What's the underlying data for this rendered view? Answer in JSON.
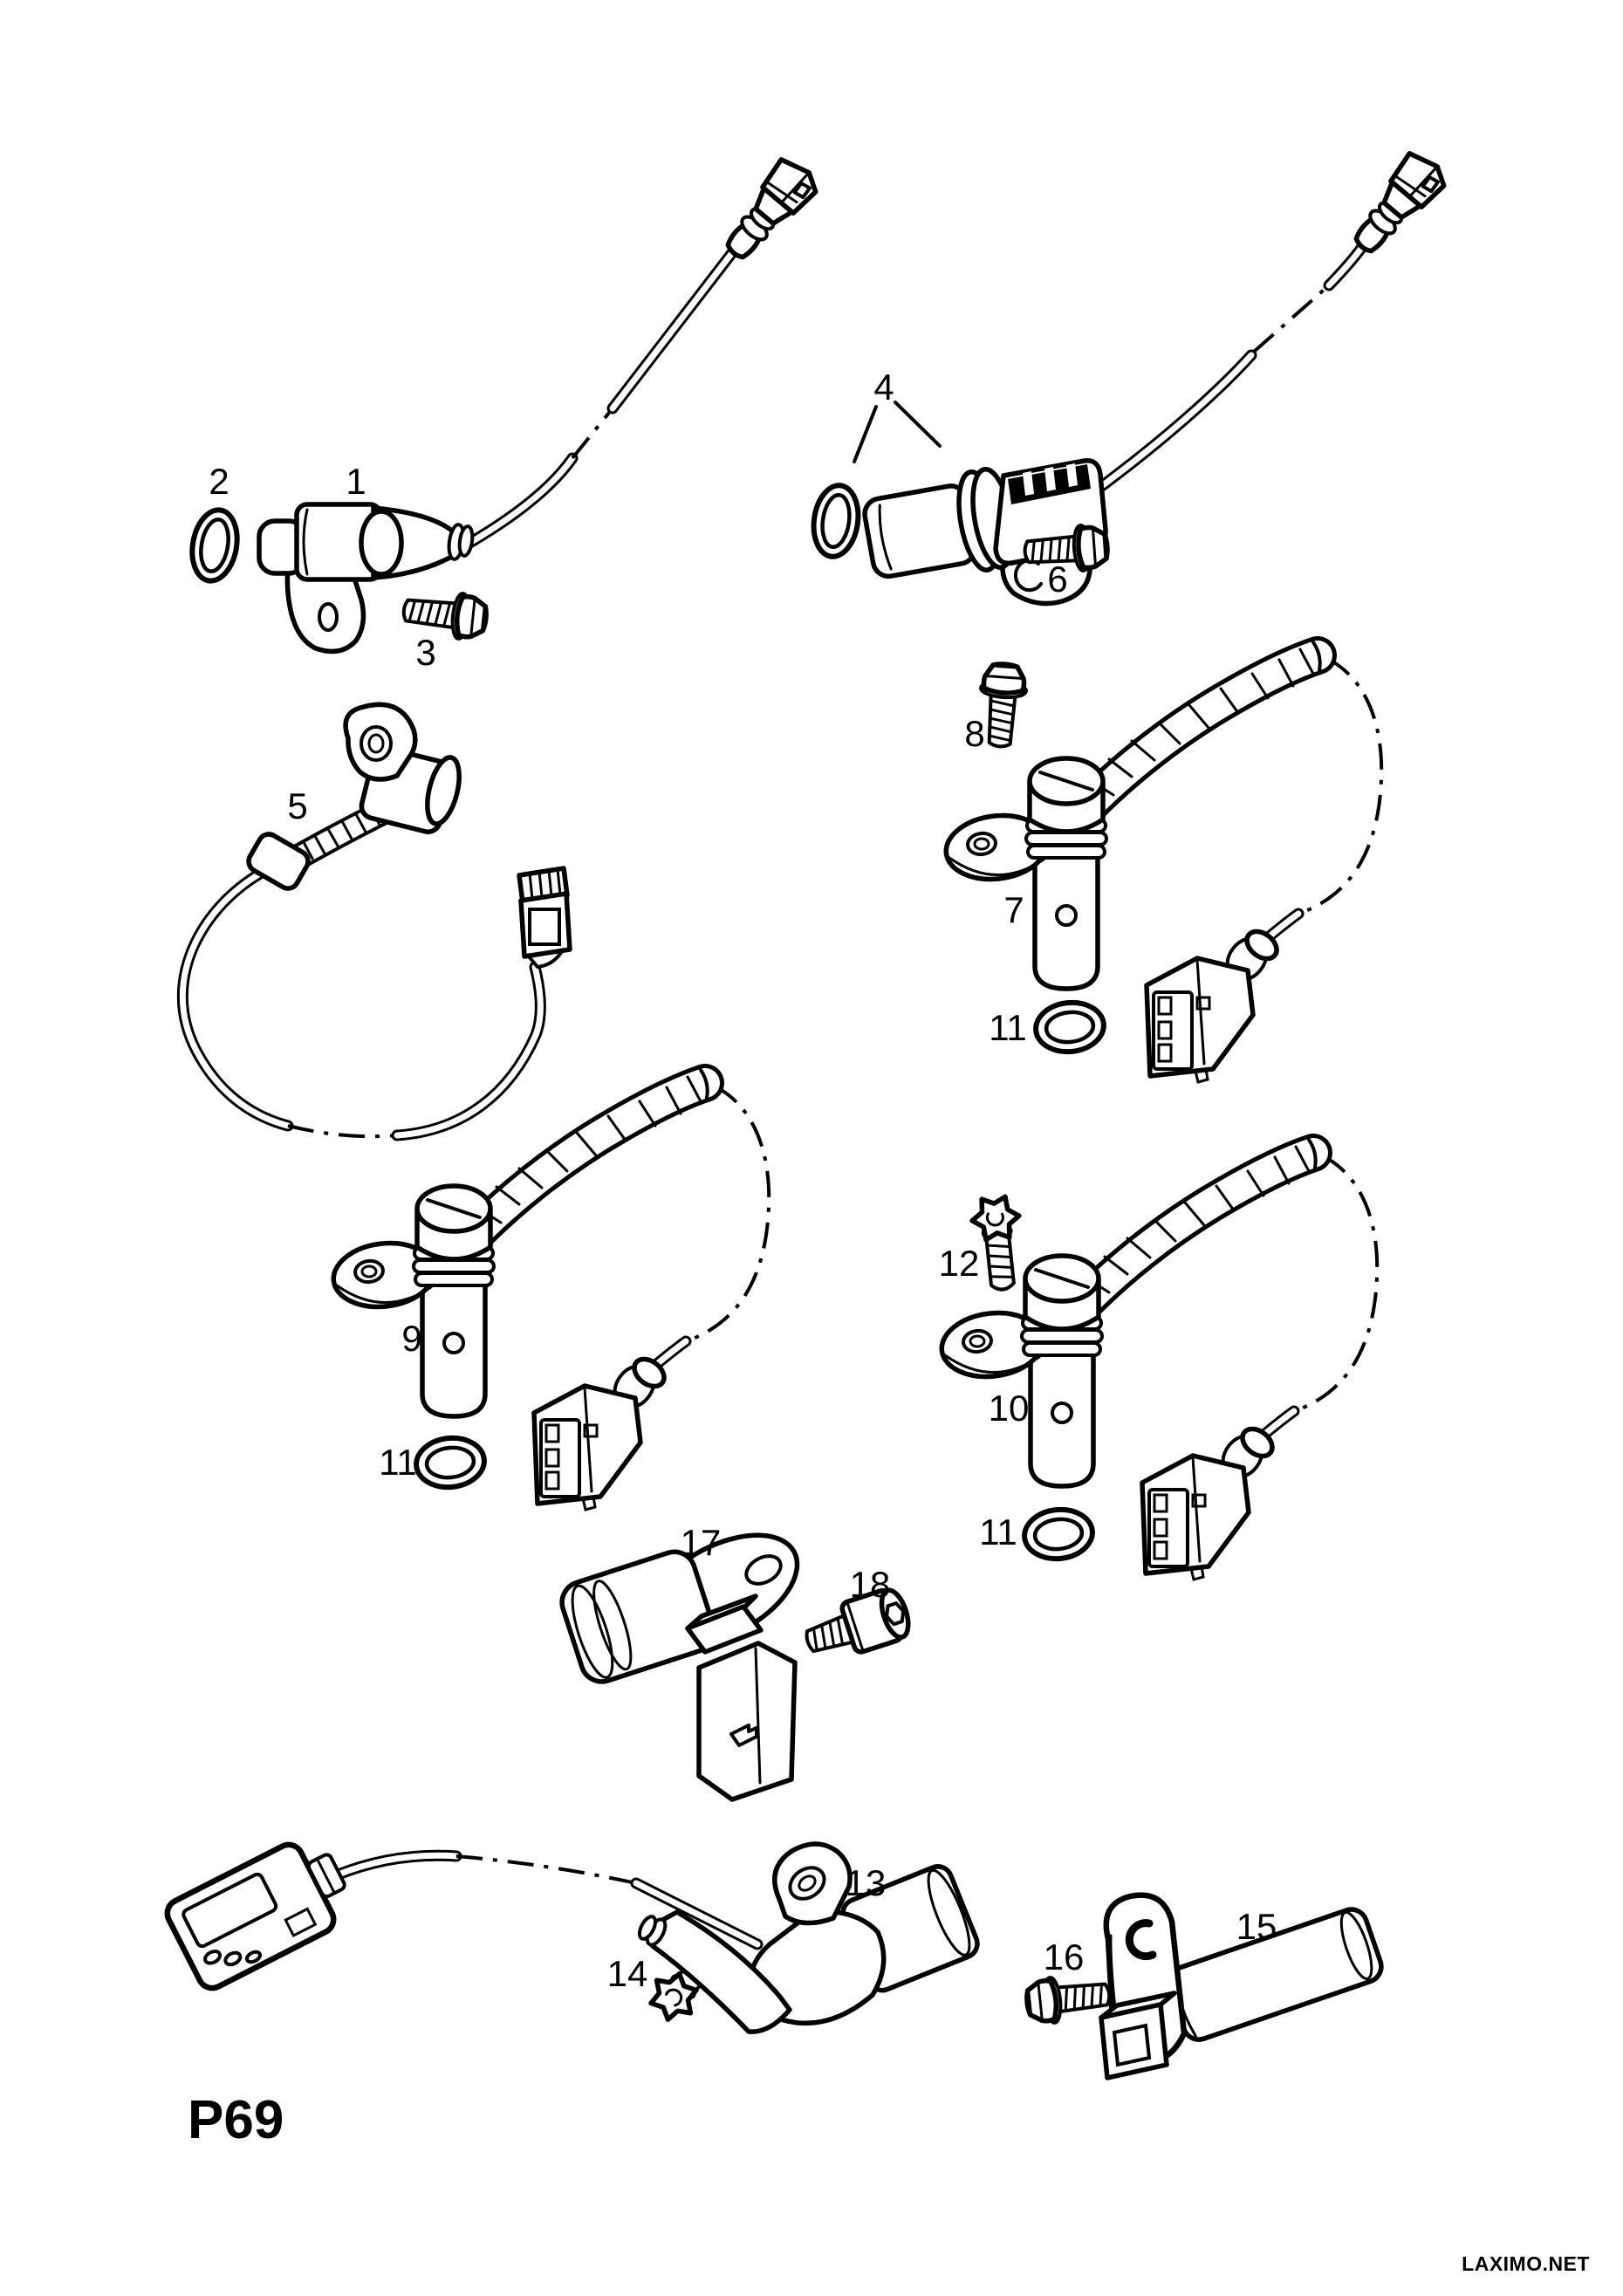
{
  "page": {
    "code": "P69",
    "watermark": "LAXIMO.NET"
  },
  "colors": {
    "ink": "#000000",
    "paper": "#ffffff"
  },
  "callouts": [
    {
      "label": "1"
    },
    {
      "label": "2"
    },
    {
      "label": "3"
    },
    {
      "label": "4"
    },
    {
      "label": "5"
    },
    {
      "label": "6"
    },
    {
      "label": "7"
    },
    {
      "label": "8"
    },
    {
      "label": "9"
    },
    {
      "label": "10"
    },
    {
      "label": "11"
    },
    {
      "label": "11"
    },
    {
      "label": "11"
    },
    {
      "label": "12"
    },
    {
      "label": "13"
    },
    {
      "label": "14"
    },
    {
      "label": "15"
    },
    {
      "label": "16"
    },
    {
      "label": "17"
    },
    {
      "label": "18"
    }
  ]
}
